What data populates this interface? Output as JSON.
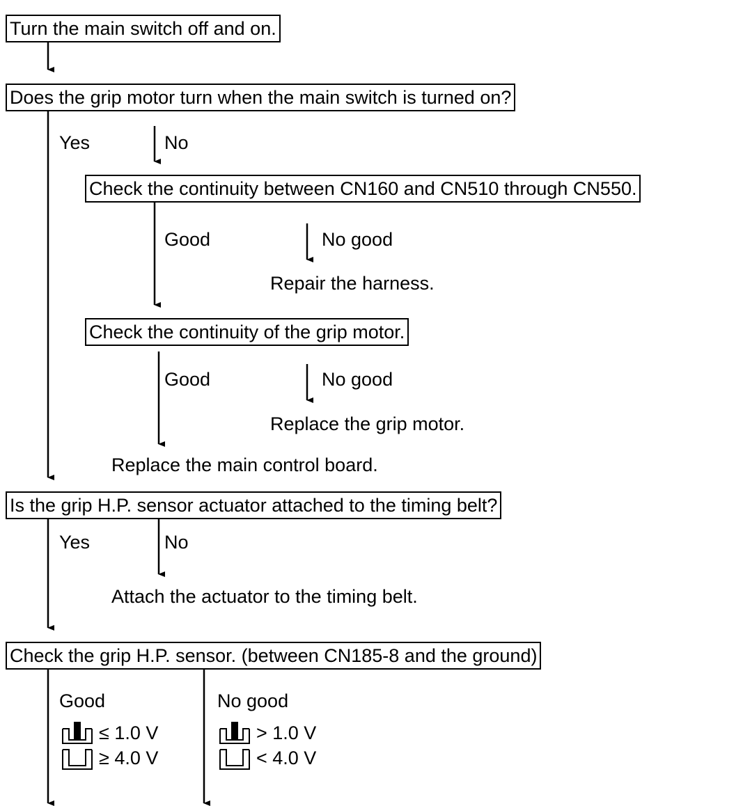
{
  "steps": {
    "s1": "Turn the main switch off and on.",
    "s2": "Does the grip motor turn when the main switch is turned on?",
    "s3": "Check the continuity between CN160 and CN510 through CN550.",
    "s4": "Check the continuity of the grip motor.",
    "s5": "Is the grip H.P. sensor actuator attached to the timing belt?",
    "s6": "Check the grip H.P. sensor. (between CN185-8 and the ground)"
  },
  "actions": {
    "repair_harness": "Repair the harness.",
    "replace_motor": "Replace the grip motor.",
    "replace_board": "Replace the main control board.",
    "attach_actuator": "Attach the actuator to the timing belt."
  },
  "branches": {
    "yes1": "Yes",
    "no1": "No",
    "good1": "Good",
    "nogood1": "No good",
    "good2": "Good",
    "nogood2": "No good",
    "yes2": "Yes",
    "no2": "No",
    "good3": "Good",
    "nogood3": "No good"
  },
  "conditions": {
    "good_blocked": "≤ 1.0 V",
    "good_open": "≥ 4.0 V",
    "nogood_blocked": "> 1.0 V",
    "nogood_open": "< 4.0 V"
  }
}
